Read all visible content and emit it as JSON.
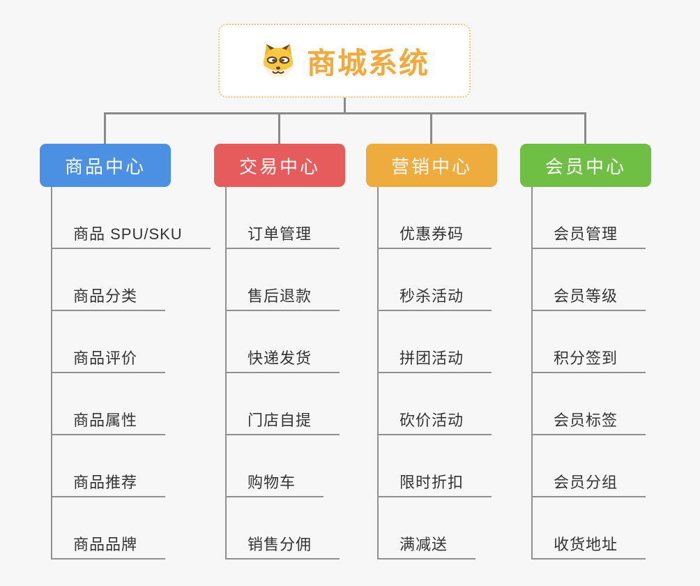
{
  "root": {
    "title": "商城系统",
    "icon": "dog-face-icon",
    "text_color": "#F2A93D",
    "border_color": "#F4C778",
    "background": "#FFFFFF"
  },
  "colors": {
    "canvas_background": "#F7F7F7",
    "connector_line": "#8A8A8A",
    "item_line": "#909090",
    "item_text": "#333333",
    "branch_text": "#FFFFFF"
  },
  "branches": [
    {
      "label": "商品中心",
      "color": "#4B90E2",
      "items": [
        "商品 SPU/SKU",
        "商品分类",
        "商品评价",
        "商品属性",
        "商品推荐",
        "商品品牌"
      ]
    },
    {
      "label": "交易中心",
      "color": "#E65C5C",
      "items": [
        "订单管理",
        "售后退款",
        "快递发货",
        "门店自提",
        "购物车",
        "销售分佣"
      ]
    },
    {
      "label": "营销中心",
      "color": "#EFAC3E",
      "items": [
        "优惠券码",
        "秒杀活动",
        "拼团活动",
        "砍价活动",
        "限时折扣",
        "满减送"
      ]
    },
    {
      "label": "会员中心",
      "color": "#6FBF44",
      "items": [
        "会员管理",
        "会员等级",
        "积分签到",
        "会员标签",
        "会员分组",
        "收货地址"
      ]
    }
  ]
}
